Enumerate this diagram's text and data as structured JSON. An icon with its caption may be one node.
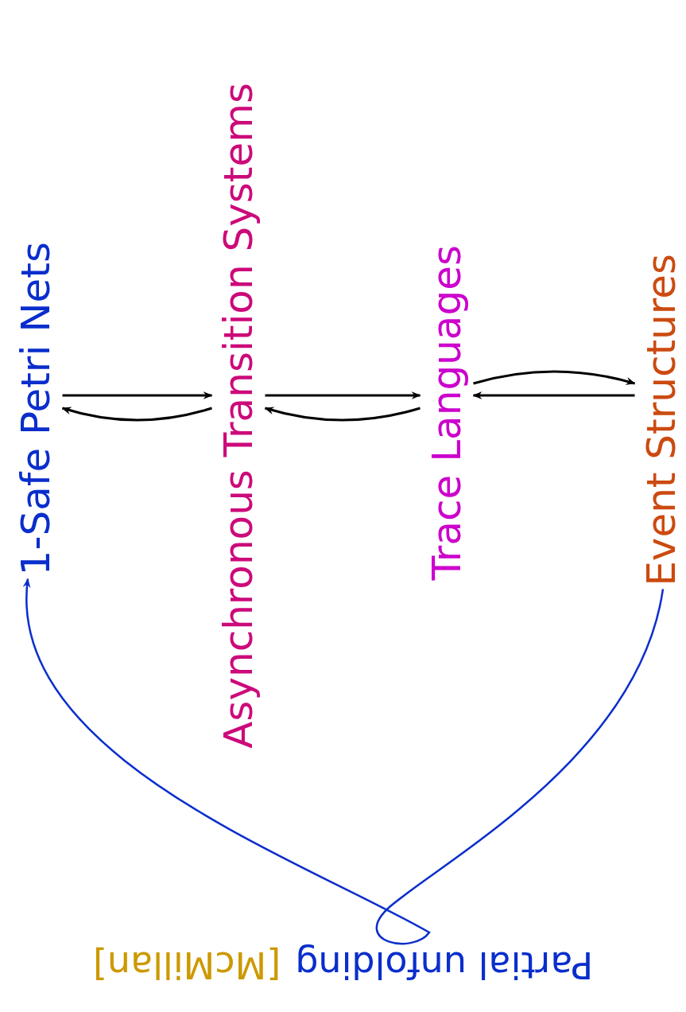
{
  "diagram": {
    "nodes": [
      {
        "text": [
          "1-Safe Petri Nets"
        ]
      },
      {
        "text": [
          "Asynchronous Transition Systems"
        ]
      },
      {
        "text": [
          "Trace Languages"
        ]
      },
      {
        "text": [
          "Event Structures"
        ]
      },
      {
        "text": [
          "Partial unfolding",
          "[McMillan]"
        ]
      }
    ],
    "edges": [
      {
        "from": 0,
        "to": 1,
        "arrow": "to"
      },
      {
        "from": 1,
        "to": 0,
        "arrow": "to"
      },
      {
        "from": 1,
        "to": 2,
        "arrow": "to"
      },
      {
        "from": 2,
        "to": 1,
        "arrow": "to"
      },
      {
        "from": 3,
        "to": 2,
        "arrow": "to"
      },
      {
        "from": 2,
        "to": 3,
        "arrow": "to"
      },
      {
        "from": 3,
        "to": 0,
        "arrow": "to",
        "color": "#0a2ecc"
      }
    ]
  }
}
